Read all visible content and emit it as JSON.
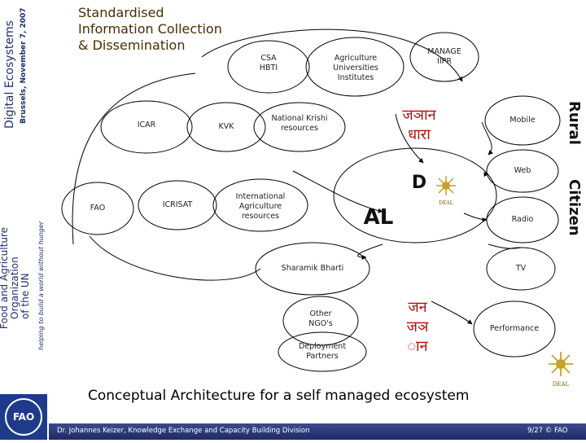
{
  "sidebar": {
    "digital_ecosystems": "Digital Ecosystems",
    "brussels": "Brussels, November 7, 2007",
    "fao_name": "Food and Agriculture Organization of the UN",
    "fao_name_line1": "Food and Agriculture",
    "fao_name_line2": "Organization",
    "fao_name_line3": "of the UN",
    "tagline": "helping to build a world without hunger"
  },
  "header": {
    "line1": "Standardised",
    "line2": "Information Collection",
    "line3": "& Dissemination"
  },
  "nodes": {
    "csa": [
      "CSA",
      "HBTI"
    ],
    "agri_univ": [
      "Agriculture",
      "Universities",
      "Institutes"
    ],
    "manage": [
      "MANAGE",
      "IIPR"
    ],
    "icar": "ICAR",
    "kvk": "KVK",
    "national": [
      "National Krishi",
      "resources"
    ],
    "gyan_dhara": [
      "जञान",
      "धारा"
    ],
    "mobile": "Mobile",
    "web": "Web",
    "fao": "FAO",
    "icrisat": "ICRISAT",
    "international": [
      "International",
      "Agriculture",
      "resources"
    ],
    "al": "AL",
    "d": "D",
    "radio": "Radio",
    "sharamik": "Sharamik Bharti",
    "tv": "TV",
    "other_ngo": [
      "Other",
      "NGO's"
    ],
    "jan_gyan": [
      "जन",
      "जञ",
      "ान"
    ],
    "performance": "Performance",
    "deployment": [
      "Deployment",
      "Partners"
    ]
  },
  "right_band": {
    "rural": "Rural",
    "citizen": "Citizen"
  },
  "logos": {
    "deal_small": "DEAL",
    "deal_large": "DEAL"
  },
  "footer": {
    "caption": "Conceptual Architecture for a self managed ecosystem",
    "author": "Dr. Johannes Keizer, Knowledge Exchange and Capacity Building Division",
    "page": "9/27",
    "copyright": "© FAO"
  },
  "colors": {
    "header_text": "#4a2c00",
    "footer_bar": "#25306e",
    "fao_blue": "#1d3b8a",
    "deal_gold": "#c9a227"
  }
}
